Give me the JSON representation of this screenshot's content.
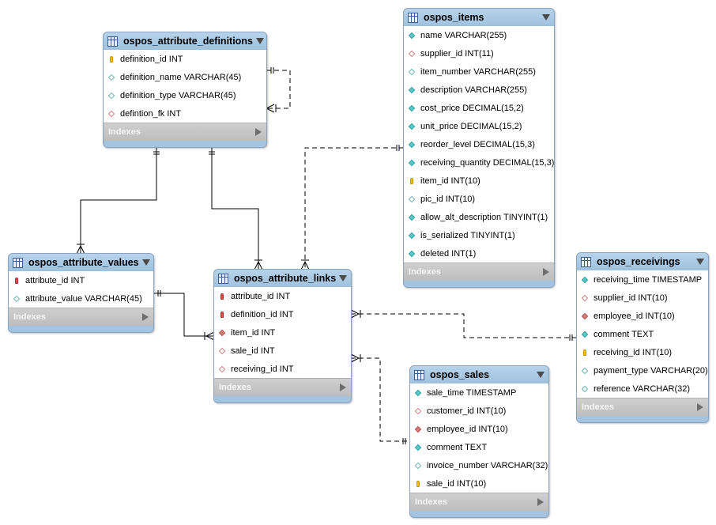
{
  "tables": [
    {
      "key": "defs",
      "name": "ospos_attribute_definitions",
      "indexes_label": "Indexes",
      "columns": [
        {
          "text": "definition_id INT",
          "kind": "pk"
        },
        {
          "text": "definition_name VARCHAR(45)",
          "kind": "nl"
        },
        {
          "text": "definition_type VARCHAR(45)",
          "kind": "nl"
        },
        {
          "text": "defintion_fk INT",
          "kind": "fk"
        }
      ]
    },
    {
      "key": "items",
      "name": "ospos_items",
      "indexes_label": "Indexes",
      "columns": [
        {
          "text": "name VARCHAR(255)",
          "kind": "nn"
        },
        {
          "text": "supplier_id INT(11)",
          "kind": "fk"
        },
        {
          "text": "item_number VARCHAR(255)",
          "kind": "nl"
        },
        {
          "text": "description VARCHAR(255)",
          "kind": "nn"
        },
        {
          "text": "cost_price DECIMAL(15,2)",
          "kind": "nn"
        },
        {
          "text": "unit_price DECIMAL(15,2)",
          "kind": "nn"
        },
        {
          "text": "reorder_level DECIMAL(15,3)",
          "kind": "nn"
        },
        {
          "text": "receiving_quantity DECIMAL(15,3)",
          "kind": "nn"
        },
        {
          "text": "item_id INT(10)",
          "kind": "pk"
        },
        {
          "text": "pic_id INT(10)",
          "kind": "nl"
        },
        {
          "text": "allow_alt_description TINYINT(1)",
          "kind": "nn"
        },
        {
          "text": "is_serialized TINYINT(1)",
          "kind": "nn"
        },
        {
          "text": "deleted INT(1)",
          "kind": "nn"
        }
      ]
    },
    {
      "key": "values",
      "name": "ospos_attribute_values",
      "indexes_label": "Indexes",
      "columns": [
        {
          "text": "attribute_id INT",
          "kind": "pfk"
        },
        {
          "text": "attribute_value VARCHAR(45)",
          "kind": "nl"
        }
      ]
    },
    {
      "key": "links",
      "name": "ospos_attribute_links",
      "indexes_label": "Indexes",
      "columns": [
        {
          "text": "attribute_id INT",
          "kind": "pfk"
        },
        {
          "text": "definition_id INT",
          "kind": "pfk"
        },
        {
          "text": "item_id INT",
          "kind": "fkn"
        },
        {
          "text": "sale_id INT",
          "kind": "fk"
        },
        {
          "text": "receiving_id INT",
          "kind": "fk"
        }
      ]
    },
    {
      "key": "receivings",
      "name": "ospos_receivings",
      "indexes_label": "Indexes",
      "columns": [
        {
          "text": "receiving_time TIMESTAMP",
          "kind": "nn"
        },
        {
          "text": "supplier_id INT(10)",
          "kind": "fk"
        },
        {
          "text": "employee_id INT(10)",
          "kind": "fkn"
        },
        {
          "text": "comment TEXT",
          "kind": "nn"
        },
        {
          "text": "receiving_id INT(10)",
          "kind": "pk"
        },
        {
          "text": "payment_type VARCHAR(20)",
          "kind": "nl"
        },
        {
          "text": "reference VARCHAR(32)",
          "kind": "nl"
        }
      ]
    },
    {
      "key": "sales",
      "name": "ospos_sales",
      "indexes_label": "Indexes",
      "columns": [
        {
          "text": "sale_time TIMESTAMP",
          "kind": "nn"
        },
        {
          "text": "customer_id INT(10)",
          "kind": "fk"
        },
        {
          "text": "employee_id INT(10)",
          "kind": "fkn"
        },
        {
          "text": "comment TEXT",
          "kind": "nn"
        },
        {
          "text": "invoice_number VARCHAR(32)",
          "kind": "nl"
        },
        {
          "text": "sale_id INT(10)",
          "kind": "pk"
        }
      ]
    }
  ],
  "relationships": [
    {
      "name": "defs-self",
      "style": "dashed"
    },
    {
      "name": "defs-values",
      "style": "solid"
    },
    {
      "name": "defs-links",
      "style": "solid"
    },
    {
      "name": "items-links",
      "style": "dashed"
    },
    {
      "name": "values-links",
      "style": "solid"
    },
    {
      "name": "links-receivings",
      "style": "dashed"
    },
    {
      "name": "links-sales",
      "style": "dashed"
    }
  ],
  "colors": {
    "header": "#a3c4e0",
    "border": "#8aa4bf",
    "indexes": "#c6c6c6",
    "line": "#000000"
  }
}
